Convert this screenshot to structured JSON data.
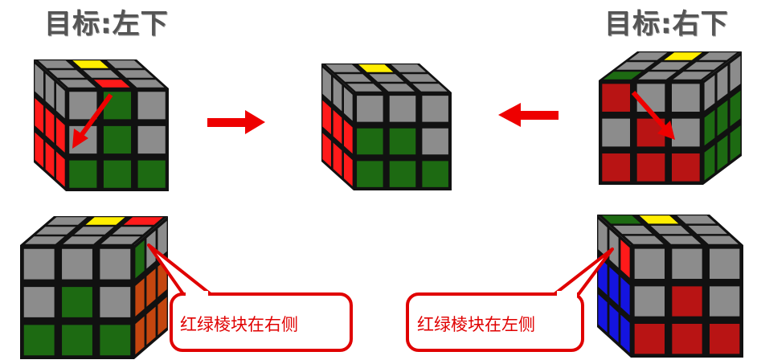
{
  "titles": {
    "left": "目标:左下",
    "right": "目标:右下"
  },
  "callouts": {
    "right_side": "红绿棱块在右侧",
    "left_side": "红绿棱块在左侧"
  },
  "palette": {
    "g": "#8c8c8c",
    "y": "#ffee00",
    "r": "#ff1a1a",
    "R": "#b81414",
    "G": "#1d6a12",
    "o": "#c4460f",
    "b": "#1414e0",
    "arrow": "#ee0000"
  },
  "cubes": [
    {
      "name": "cube-top-left",
      "top": [
        [
          "g",
          "y",
          "g"
        ],
        [
          "g",
          "g",
          "g"
        ],
        [
          "g",
          "r",
          "g"
        ]
      ],
      "front": [
        [
          "g",
          "G",
          "g"
        ],
        [
          "g",
          "G",
          "g"
        ],
        [
          "G",
          "G",
          "G"
        ]
      ],
      "side": [
        [
          "g",
          "g",
          "g"
        ],
        [
          "r",
          "r",
          "r"
        ],
        [
          "r",
          "r",
          "r"
        ]
      ]
    },
    {
      "name": "cube-center-solved",
      "top": [
        [
          "g",
          "y",
          "g"
        ],
        [
          "g",
          "g",
          "g"
        ],
        [
          "g",
          "g",
          "g"
        ]
      ],
      "front": [
        [
          "g",
          "g",
          "g"
        ],
        [
          "G",
          "G",
          "g"
        ],
        [
          "G",
          "G",
          "G"
        ]
      ],
      "side": [
        [
          "g",
          "g",
          "g"
        ],
        [
          "r",
          "r",
          "r"
        ],
        [
          "r",
          "r",
          "r"
        ]
      ]
    },
    {
      "name": "cube-top-right",
      "top": [
        [
          "g",
          "y",
          "g"
        ],
        [
          "g",
          "g",
          "g"
        ],
        [
          "G",
          "g",
          "g"
        ]
      ],
      "front": [
        [
          "R",
          "g",
          "g"
        ],
        [
          "g",
          "R",
          "g"
        ],
        [
          "R",
          "R",
          "R"
        ]
      ],
      "side": [
        [
          "g",
          "g",
          "g"
        ],
        [
          "G",
          "G",
          "G"
        ],
        [
          "G",
          "G",
          "G"
        ]
      ]
    },
    {
      "name": "cube-bottom-left",
      "top": [
        [
          "g",
          "y",
          "r"
        ],
        [
          "g",
          "g",
          "g"
        ],
        [
          "g",
          "g",
          "g"
        ]
      ],
      "front": [
        [
          "g",
          "g",
          "g"
        ],
        [
          "g",
          "G",
          "g"
        ],
        [
          "G",
          "G",
          "G"
        ]
      ],
      "side": [
        [
          "G",
          "g",
          "g"
        ],
        [
          "o",
          "o",
          "o"
        ],
        [
          "o",
          "o",
          "o"
        ]
      ]
    },
    {
      "name": "cube-bottom-right",
      "top": [
        [
          "G",
          "y",
          "g"
        ],
        [
          "g",
          "g",
          "g"
        ],
        [
          "g",
          "g",
          "g"
        ]
      ],
      "front": [
        [
          "g",
          "g",
          "g"
        ],
        [
          "g",
          "R",
          "g"
        ],
        [
          "R",
          "R",
          "R"
        ]
      ],
      "side": [
        [
          "g",
          "g",
          "r"
        ],
        [
          "b",
          "b",
          "b"
        ],
        [
          "b",
          "b",
          "b"
        ]
      ]
    }
  ]
}
